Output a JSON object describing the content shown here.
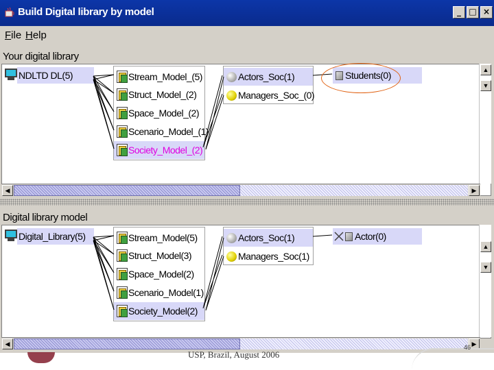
{
  "window": {
    "title": "Build Digital library by model"
  },
  "menu": [
    {
      "label": "File",
      "mnemonic": "F",
      "rest": "ile"
    },
    {
      "label": "Help",
      "mnemonic": "H",
      "rest": "elp"
    }
  ],
  "top_section": {
    "label": "Your digital library",
    "root": "NDLTD DL(5)",
    "models": [
      "Stream_Model_(5)",
      "Struct_Model_(2)",
      "Space_Model_(2)",
      "Scenario_Model_(1)",
      "Society_Model_(2)"
    ],
    "selected_model": "Society_Model_(2)",
    "society_children": [
      "Actors_Soc(1)",
      "Managers_Soc_(0)"
    ],
    "actor_children": [
      "Students(0)"
    ]
  },
  "bottom_section": {
    "label": "Digital library model",
    "root": "Digital_Library(5)",
    "models": [
      "Stream_Model(5)",
      "Struct_Model(3)",
      "Space_Model(2)",
      "Scenario_Model(1)",
      "Society_Model(2)"
    ],
    "selected_model": "Society_Model(2)",
    "society_children": [
      "Actors_Soc(1)",
      "Managers_Soc(1)"
    ],
    "actor_children": [
      "Actor(0)"
    ]
  },
  "footer": {
    "text": "USP, Brazil, August 2006",
    "page": "46"
  },
  "colors": {
    "title_bar": "#0a2a8c",
    "selection": "#d8d8f8",
    "highlight_text": "#e000e0",
    "annotation_oval": "#e06010"
  }
}
